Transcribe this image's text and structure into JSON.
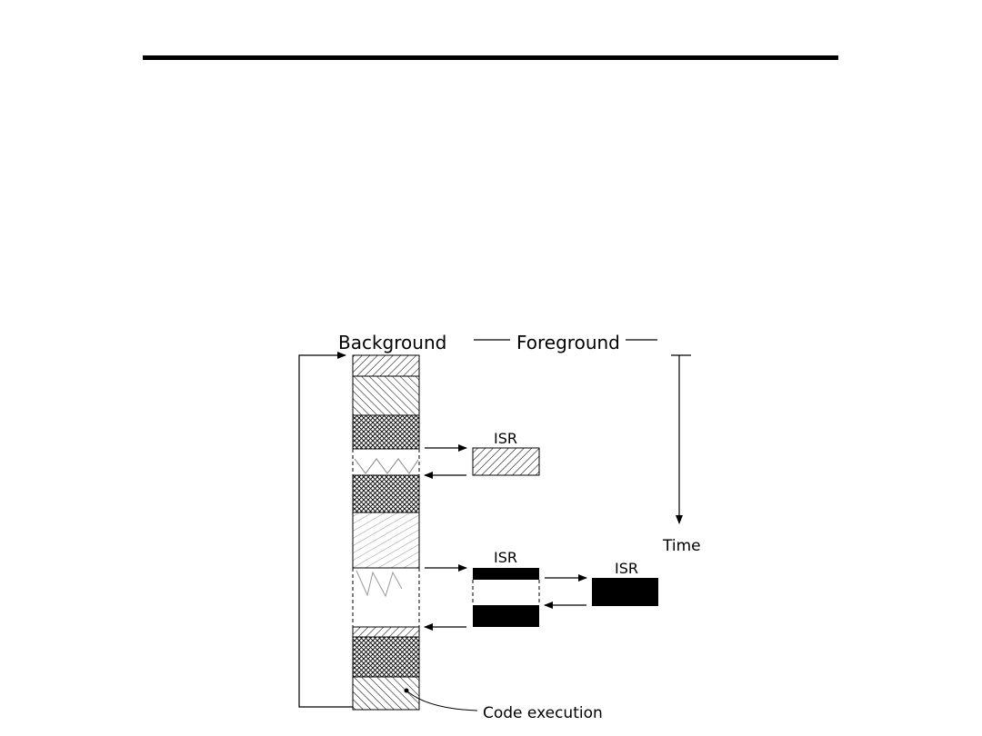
{
  "diagram": {
    "labels": {
      "background": "Background",
      "foreground": "Foreground",
      "time": "Time",
      "isr_1": "ISR",
      "isr_2": "ISR",
      "isr_3": "ISR",
      "code_execution": "Code execution"
    }
  }
}
